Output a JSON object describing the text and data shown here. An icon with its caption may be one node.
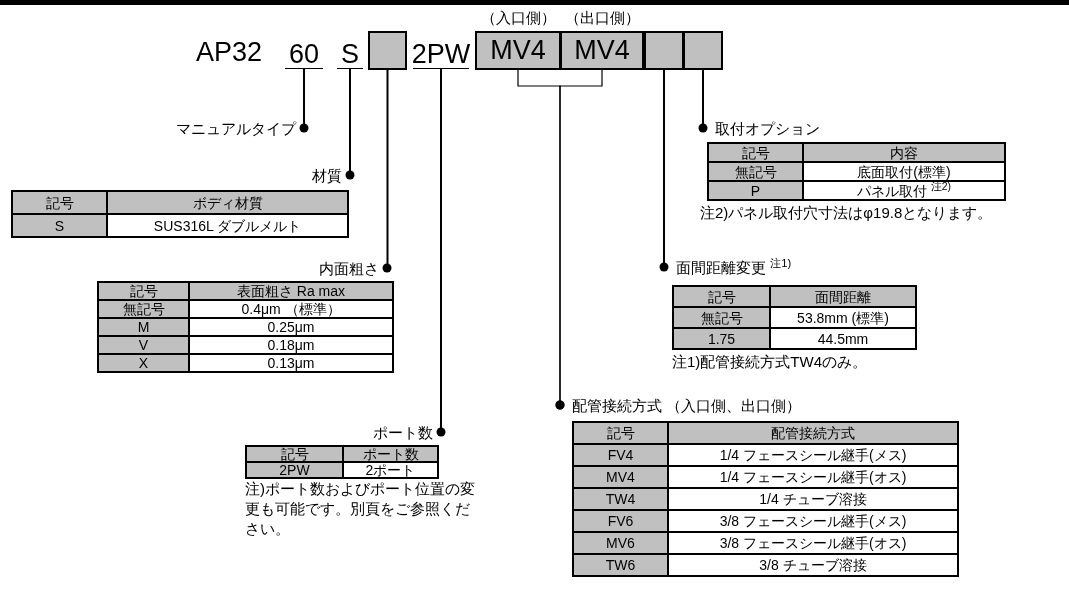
{
  "diagram": {
    "nodes": [
      {
        "text": [
          "60"
        ]
      },
      {
        "text": [
          "S"
        ]
      },
      {
        "text": [],
        "shape": "box"
      },
      {
        "text": [
          "2PW"
        ]
      },
      {
        "text": [
          "MV4"
        ],
        "beside": [
          "（入口側）"
        ]
      },
      {
        "text": [
          "MV4"
        ],
        "beside": [
          "（出口側）"
        ]
      },
      {
        "text": [],
        "shape": "box"
      },
      {
        "text": [],
        "shape": "box"
      },
      {
        "text": [
          "マニュアルタイプ"
        ]
      },
      {
        "text": [
          "材質"
        ]
      },
      {
        "text": [
          "内面粗さ"
        ]
      },
      {
        "text": [
          "ポート数"
        ]
      },
      {
        "text": [
          "配管接続方式 （入口側、出口側）"
        ]
      },
      {
        "text": [
          "面間距離変更 $^{注1)}$"
        ]
      },
      {
        "text": [
          "取付オプション"
        ]
      }
    ],
    "edges": [
      {
        "from": 0,
        "to": 8,
        "arrow": "other"
      },
      {
        "from": 1,
        "to": 9,
        "arrow": "other"
      },
      {
        "from": 2,
        "to": 10,
        "arrow": "other"
      },
      {
        "from": 3,
        "to": 11,
        "arrow": "other"
      },
      {
        "from": 4,
        "to": 12,
        "arrow": "other"
      },
      {
        "from": 5,
        "to": 12,
        "arrow": "other"
      },
      {
        "from": 6,
        "to": 13,
        "arrow": "other"
      },
      {
        "from": 7,
        "to": 14,
        "arrow": "other"
      }
    ],
    "labels": [
      "AP32",
      "記号",
      "ボディ材質",
      "S",
      "SUS316L ダブルメルト",
      "記号",
      "表面粗さ Ra max",
      "無記号",
      "0.4μm （標準）",
      "M",
      "0.25μm",
      "V",
      "0.18μm",
      "X",
      "0.13μm",
      "記号",
      "ポート数",
      "2PW",
      "2ポート",
      "注)ポート数およびポート位置の変更も可能です。別頁をご参照ください。",
      "記号",
      "配管接続方式",
      "FV4",
      "1/4 フェースシール継手(メス)",
      "MV4",
      "1/4 フェースシール継手(オス)",
      "TW4",
      "1/4 チューブ溶接",
      "FV6",
      "3/8 フェースシール継手(メス)",
      "MV6",
      "3/8 フェースシール継手(オス)",
      "TW6",
      "3/8 チューブ溶接",
      "記号",
      "面間距離",
      "無記号",
      "53.8mm (標準)",
      "1.75",
      "44.5mm",
      "注1)配管接続方式TW4のみ。",
      "記号",
      "内容",
      "無記号",
      "底面取付(標準)",
      "P",
      "パネル取付 $^{注2)}$",
      "注2)パネル取付穴寸法はφ19.8となります。"
    ]
  }
}
